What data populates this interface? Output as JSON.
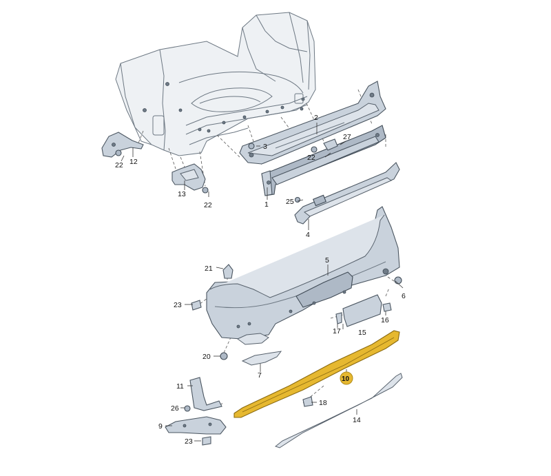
{
  "diagram": {
    "highlight_color": "#e6b830",
    "highlighted_part": "10",
    "callouts": {
      "c1": "1",
      "c2": "2",
      "c3": "3",
      "c4": "4",
      "c5": "5",
      "c7": "7",
      "c9": "9",
      "c10": "10",
      "c11": "11",
      "c12": "12",
      "c13": "13",
      "c14": "14",
      "c15": "15",
      "c16": "16",
      "c17": "17",
      "c18": "18",
      "c20": "20",
      "c21": "21",
      "c22a": "22",
      "c22b": "22",
      "c22c": "22",
      "c23a": "23",
      "c23b": "23",
      "c25": "25",
      "c26": "26",
      "c27": "27"
    }
  }
}
